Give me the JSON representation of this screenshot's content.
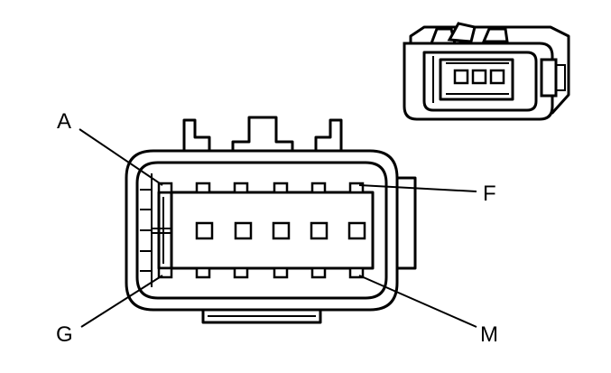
{
  "pin_labels": {
    "top_left": "A",
    "top_right": "F",
    "bottom_left": "G",
    "bottom_right": "M"
  },
  "layout_counts": {
    "top_row_cavities": 6,
    "middle_row_cavities": 5,
    "bottom_row_cavities": 6
  }
}
